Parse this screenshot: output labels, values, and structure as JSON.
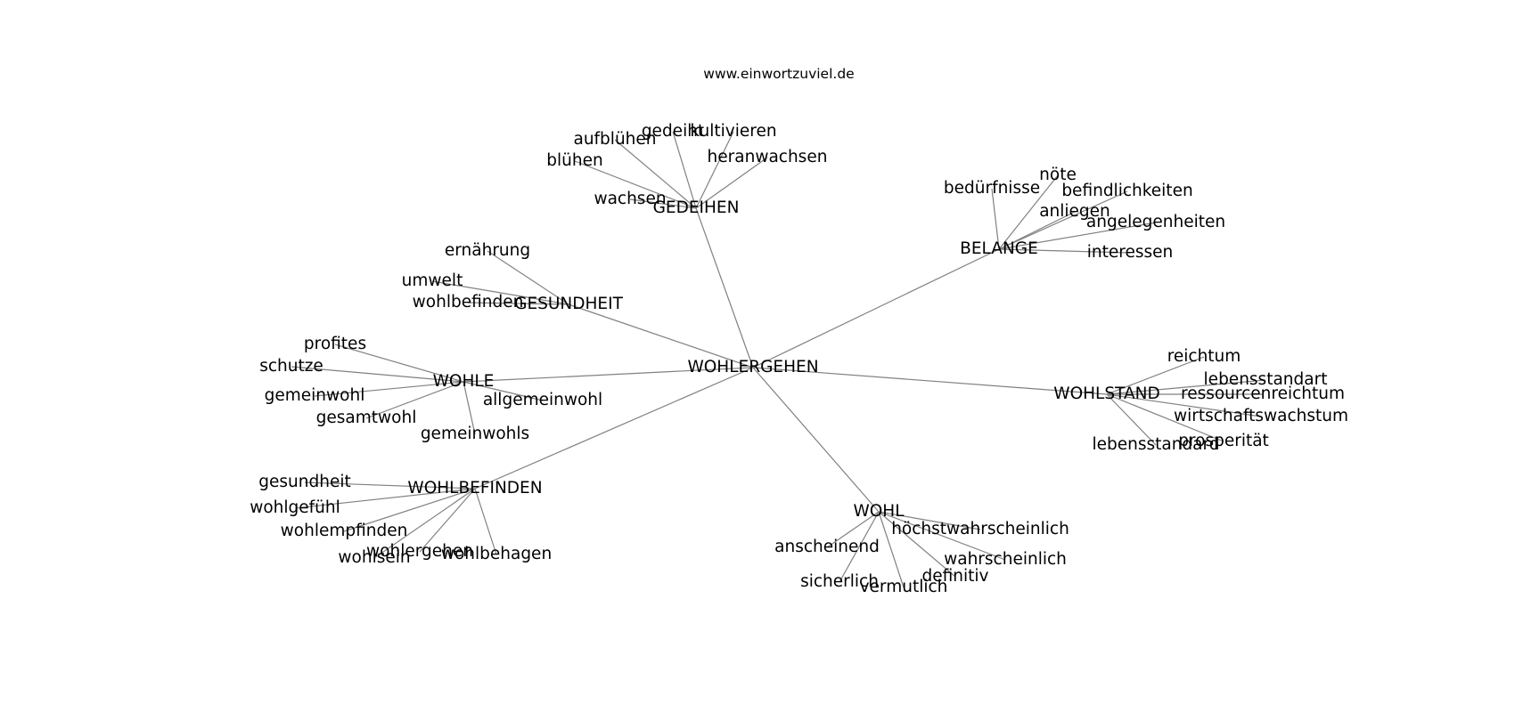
{
  "caption": "www.einwortzuviel.de",
  "colors": {
    "edge": "#808080",
    "text": "#000000",
    "background": "#ffffff"
  },
  "graph": {
    "root": "WOHLERGEHEN",
    "clusters": [
      {
        "hub": "GEDEIHEN",
        "leaves": [
          "aufblühen",
          "gedeiht",
          "kultivieren",
          "blühen",
          "heranwachsen",
          "wachsen"
        ]
      },
      {
        "hub": "BELANGE",
        "leaves": [
          "bedürfnisse",
          "nöte",
          "befindlichkeiten",
          "anliegen",
          "angelegenheiten",
          "interessen"
        ]
      },
      {
        "hub": "GESUNDHEIT",
        "leaves": [
          "ernährung",
          "umwelt",
          "wohlbefinden"
        ]
      },
      {
        "hub": "WOHLE",
        "leaves": [
          "profites",
          "schutze",
          "gemeinwohl",
          "allgemeinwohl",
          "gesamtwohl",
          "gemeinwohls"
        ]
      },
      {
        "hub": "WOHLSTAND",
        "leaves": [
          "reichtum",
          "lebensstandart",
          "ressourcenreichtum",
          "wirtschaftswachstum",
          "prosperität",
          "lebensstandard"
        ]
      },
      {
        "hub": "WOHLBEFINDEN",
        "leaves": [
          "gesundheit",
          "wohlgefühl",
          "wohlempfinden",
          "wohlergehen",
          "wohlsein",
          "wohlbehagen"
        ]
      },
      {
        "hub": "WOHL",
        "leaves": [
          "höchstwahrscheinlich",
          "anscheinend",
          "wahrscheinlich",
          "definitiv",
          "sicherlich",
          "vermutlich"
        ]
      }
    ]
  }
}
